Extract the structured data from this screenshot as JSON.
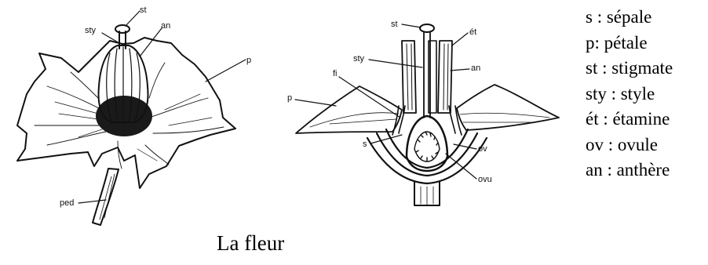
{
  "diagram": {
    "left_labels": {
      "st": "st",
      "sty": "sty",
      "an": "an",
      "p": "p",
      "ped": "ped"
    },
    "right_labels": {
      "st": "st",
      "et": "ét",
      "sty": "sty",
      "an": "an",
      "fi": "fi",
      "p": "p",
      "s": "s",
      "ov": "ov",
      "ovu": "ovu"
    }
  },
  "legend": {
    "items": [
      "s : sépale",
      "p: pétale",
      "st : stigmate",
      "sty : style",
      "ét : étamine",
      "ov : ovule",
      "an : anthère"
    ]
  },
  "caption": "La fleur"
}
